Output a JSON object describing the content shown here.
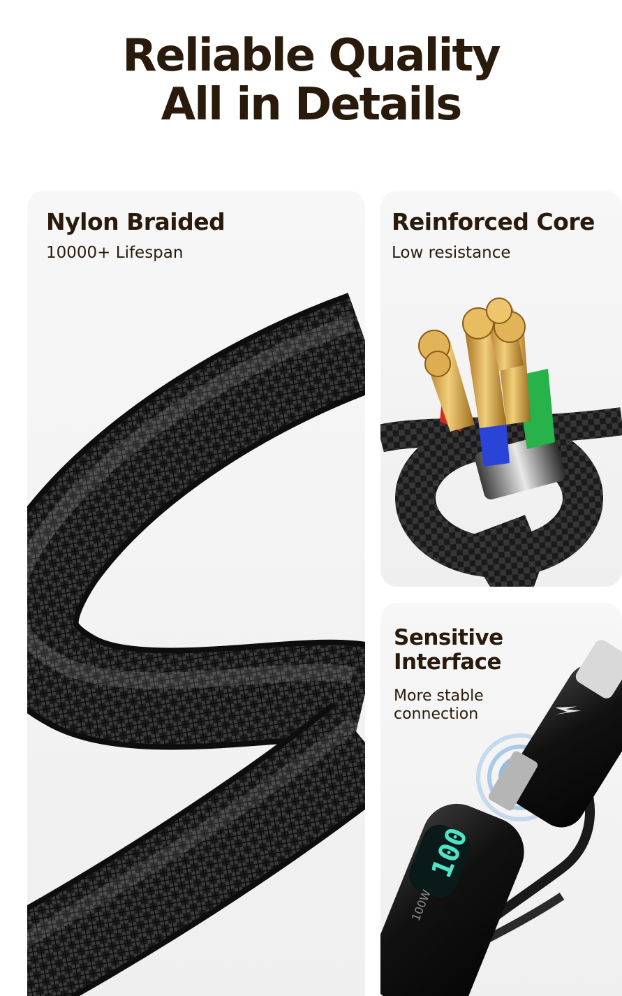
{
  "headline": {
    "line1": "Reliable Quality",
    "line2": "All in Details"
  },
  "cards": {
    "nylon": {
      "title": "Nylon Braided",
      "subtitle": "10000+ Lifespan"
    },
    "core": {
      "title": "Reinforced Core",
      "subtitle": "Low resistance"
    },
    "interface": {
      "title": "Sensitive Interface",
      "subtitle": "More stable connection",
      "display_reading": "100",
      "connector_label": "100W"
    }
  },
  "colors": {
    "heading": "#2a1a0c",
    "card_bg": "#f2f2f2",
    "cable": "#1c1c1c",
    "copper": "#d9a64b",
    "wire_red": "#d9281e",
    "wire_blue": "#2a44d8",
    "wire_green": "#27b24a",
    "display_glow": "#4fe3c8",
    "signal_ring": "#6ea8e0"
  },
  "icons": {
    "lightning": "lightning-bolt-icon"
  }
}
